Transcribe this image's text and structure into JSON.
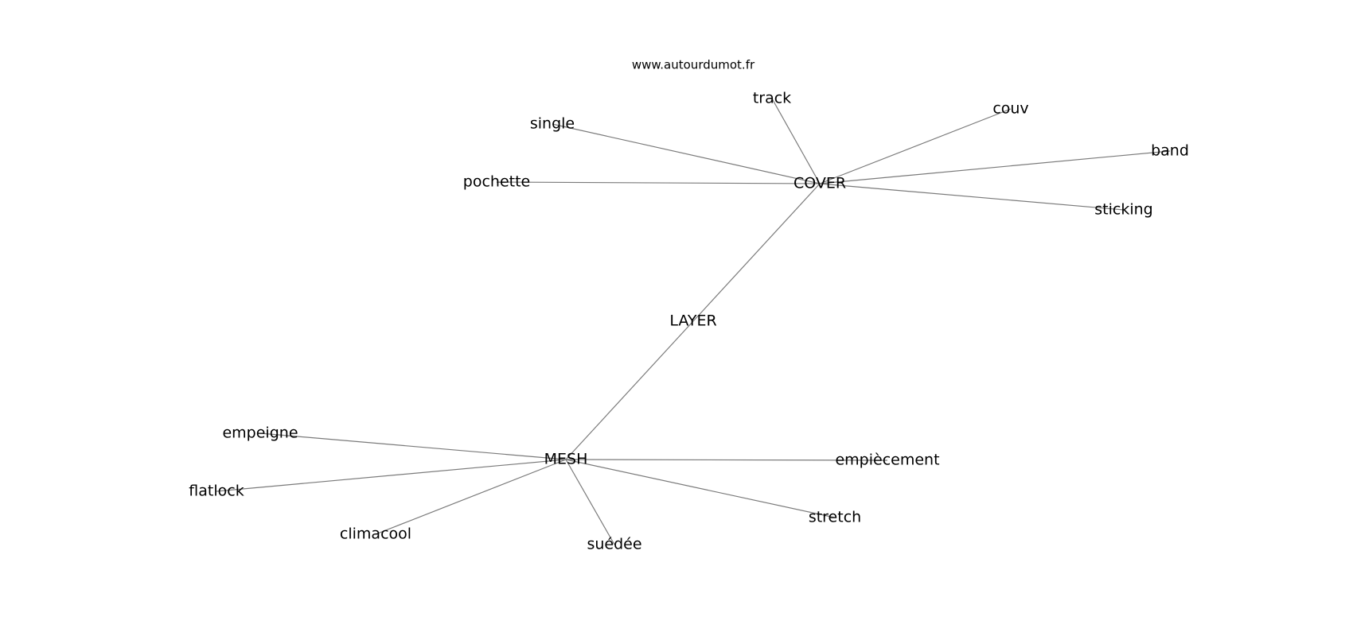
{
  "source": "www.autourdumot.fr",
  "nodes": [
    {
      "id": "cover",
      "label": "COVER"
    },
    {
      "id": "layer",
      "label": "LAYER"
    },
    {
      "id": "mesh",
      "label": "MESH"
    },
    {
      "id": "track",
      "label": "track"
    },
    {
      "id": "single",
      "label": "single"
    },
    {
      "id": "couv",
      "label": "couv"
    },
    {
      "id": "band",
      "label": "band"
    },
    {
      "id": "pochette",
      "label": "pochette"
    },
    {
      "id": "sticking",
      "label": "sticking"
    },
    {
      "id": "empeigne",
      "label": "empeigne"
    },
    {
      "id": "flatlock",
      "label": "flatlock"
    },
    {
      "id": "climacool",
      "label": "climacool"
    },
    {
      "id": "suedee",
      "label": "suédée"
    },
    {
      "id": "empiecement",
      "label": "empiècement"
    },
    {
      "id": "stretch",
      "label": "stretch"
    }
  ],
  "edges": [
    [
      "cover",
      "track"
    ],
    [
      "cover",
      "single"
    ],
    [
      "cover",
      "couv"
    ],
    [
      "cover",
      "band"
    ],
    [
      "cover",
      "pochette"
    ],
    [
      "cover",
      "sticking"
    ],
    [
      "cover",
      "layer"
    ],
    [
      "layer",
      "mesh"
    ],
    [
      "mesh",
      "empeigne"
    ],
    [
      "mesh",
      "flatlock"
    ],
    [
      "mesh",
      "climacool"
    ],
    [
      "mesh",
      "suedee"
    ],
    [
      "mesh",
      "empiecement"
    ],
    [
      "mesh",
      "stretch"
    ]
  ]
}
